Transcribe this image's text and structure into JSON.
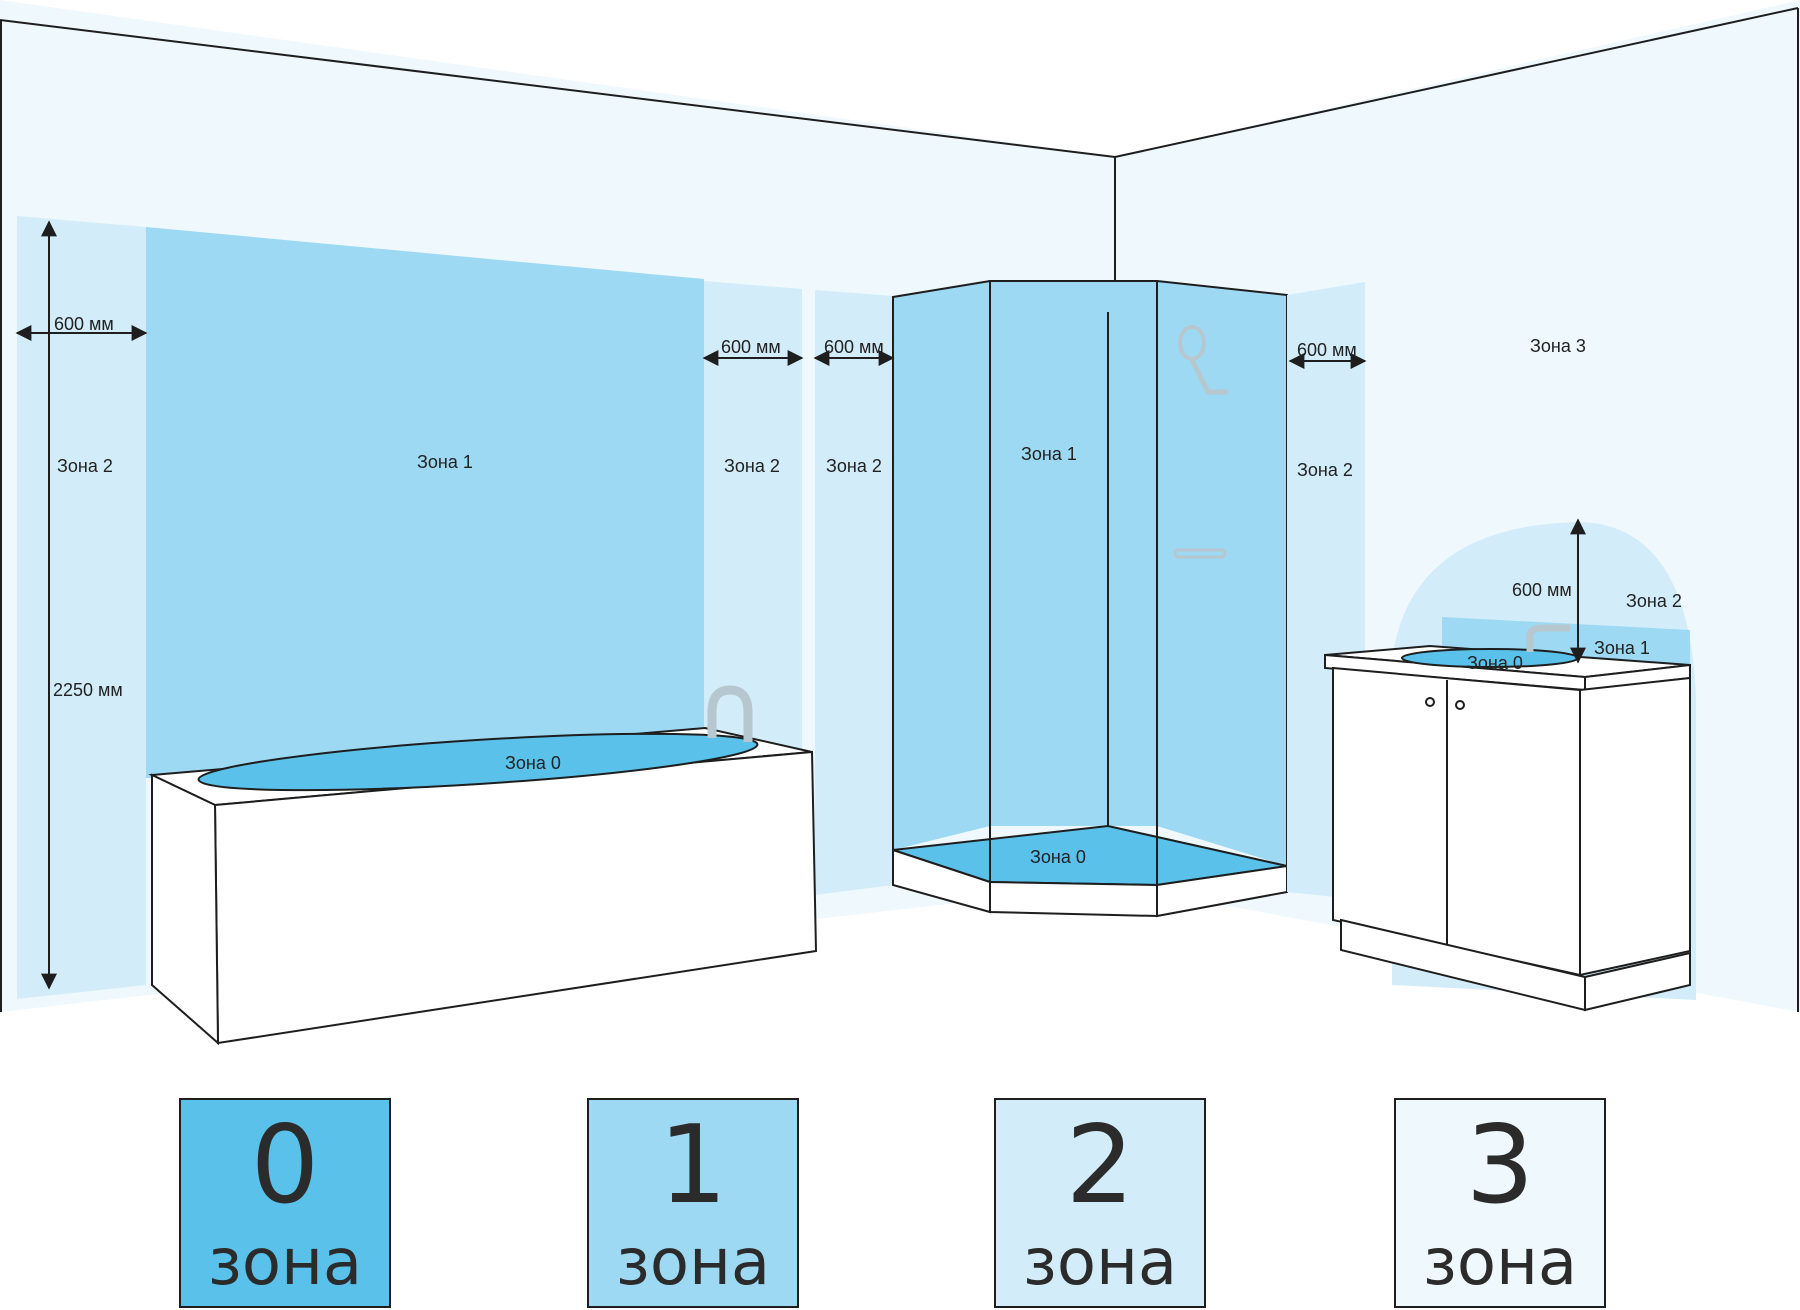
{
  "colors": {
    "zone0": "#59c1ea",
    "zone1": "#9dd9f3",
    "zone2": "#d2edf9",
    "zone3": "#eef8fd",
    "outline": "#1e1e1e",
    "fixture": "#ffffff",
    "faucet": "#b7c7cf"
  },
  "labels": {
    "bath_left_width": "600 мм",
    "bath_left_zone": "Зона 2",
    "bath_height": "2250 мм",
    "bath_wall_zone": "Зона 1",
    "bath_tub_zone": "Зона 0",
    "bath_right_width": "600 мм",
    "bath_right_zone": "Зона 2",
    "shower_left_width": "600 мм",
    "shower_left_zone": "Зона 2",
    "shower_zone": "Зона 1",
    "shower_tray_zone": "Зона 0",
    "shower_right_width": "600 мм",
    "shower_right_zone": "Зона 2",
    "wall_zone": "Зона 3",
    "sink_height": "600 мм",
    "sink_zone2": "Зона 2",
    "sink_zone1": "Зона 1",
    "sink_basin_zone": "Зона 0"
  },
  "legend": [
    {
      "number": "0",
      "word": "зона",
      "color": "#59c1ea"
    },
    {
      "number": "1",
      "word": "зона",
      "color": "#9dd9f3"
    },
    {
      "number": "2",
      "word": "зона",
      "color": "#d2edf9"
    },
    {
      "number": "3",
      "word": "зона",
      "color": "#eef8fd"
    }
  ],
  "icons": [
    "shower-head-icon",
    "faucet-icon",
    "arrow-icon"
  ]
}
